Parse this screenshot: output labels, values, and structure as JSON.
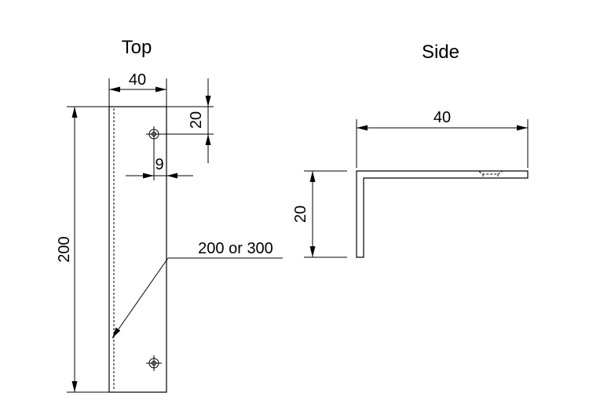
{
  "views": {
    "top": {
      "title": "Top"
    },
    "side": {
      "title": "Side"
    }
  },
  "dimensions": {
    "top_width": "40",
    "top_hole_offset": "20",
    "top_hole_inset": "9",
    "top_length": "200",
    "top_length_note": "200 or 300",
    "side_width": "40",
    "side_height": "20"
  }
}
